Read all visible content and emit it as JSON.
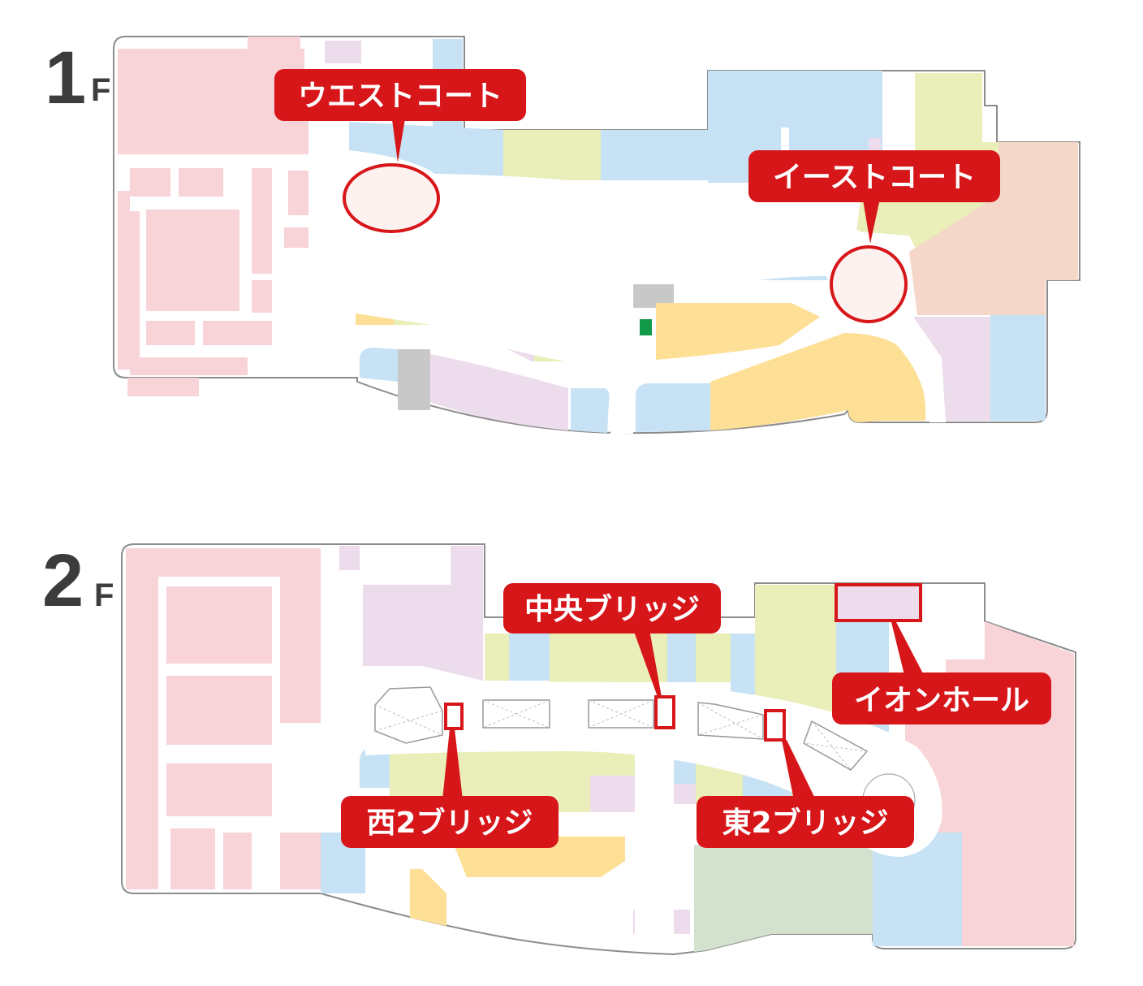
{
  "floors": [
    {
      "number": "1",
      "unit": "F",
      "areas": [
        {
          "label": "ウエストコート"
        },
        {
          "label": "イーストコート"
        }
      ]
    },
    {
      "number": "2",
      "unit": "F",
      "areas": [
        {
          "label": "中央ブリッジ"
        },
        {
          "label": "イオンホール"
        },
        {
          "label": "西2ブリッジ"
        },
        {
          "label": "東2ブリッジ"
        }
      ]
    }
  ],
  "colors": {
    "highlight": "#d7161a",
    "anchor_store": "#f8d3d8",
    "service": "#c7e2f4",
    "food": "#eaeeb8",
    "restaurant": "#fddf95",
    "fashion": "#ecdcec",
    "amusement": "#f4d7c8",
    "facility": "#c8c8c8",
    "green_marker": "#109a48",
    "sage": "#d3e1cf"
  }
}
